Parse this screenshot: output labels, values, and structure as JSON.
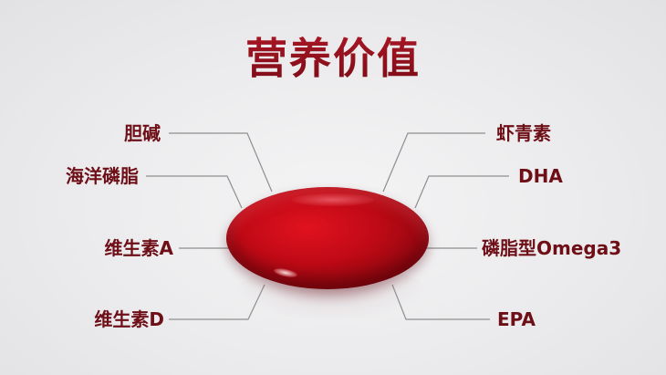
{
  "title": "营养价值",
  "left_labels": [
    {
      "text": "胆碱"
    },
    {
      "text": "海洋磷脂"
    },
    {
      "text": "维生素A"
    },
    {
      "text": "维生素D"
    }
  ],
  "right_labels": [
    {
      "text": "虾青素"
    },
    {
      "text": "DHA"
    },
    {
      "text": "磷脂型Omega3"
    },
    {
      "text": "EPA"
    }
  ],
  "colors": {
    "title": "#8c0f1b",
    "label": "#6e0f17",
    "capsule": "#c00a16",
    "line": "#8a8a8a",
    "background": "#ebebed"
  },
  "image": {
    "subject": "red-softgel-capsule"
  }
}
